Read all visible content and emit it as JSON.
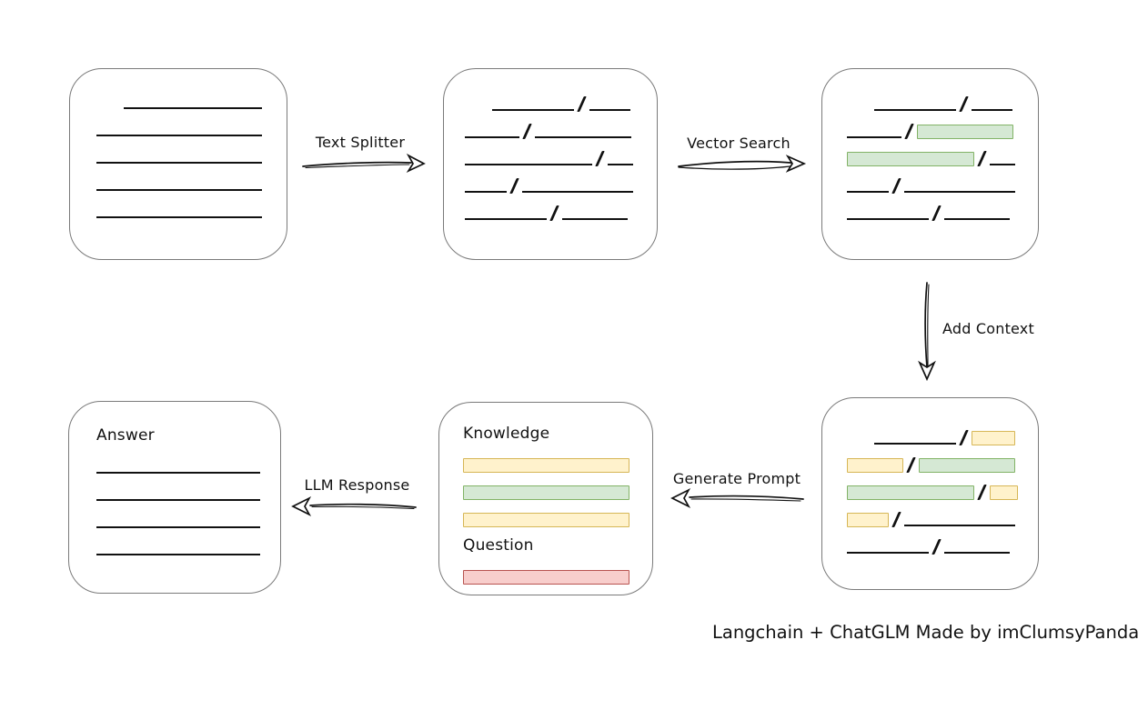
{
  "palette": {
    "box_border": "#7a7a7a",
    "line_color": "#111111",
    "green_fill": "#d5e8d4",
    "green_stroke": "#82b366",
    "yellow_fill": "#fff2cc",
    "yellow_stroke": "#d6b656",
    "red_fill": "#f8cecc",
    "red_stroke": "#b85450"
  },
  "arrows": {
    "text_splitter": {
      "label": "Text Splitter",
      "direction": "right"
    },
    "vector_search": {
      "label": "Vector Search",
      "direction": "right"
    },
    "add_context": {
      "label": "Add Context",
      "direction": "down"
    },
    "generate_prompt": {
      "label": "Generate Prompt",
      "direction": "left"
    },
    "llm_response": {
      "label": "LLM Response",
      "direction": "left"
    }
  },
  "caption": "Langchain + ChatGLM Made by imClumsyPanda",
  "boxes": {
    "document": {
      "rows": [
        {
          "indent": 30,
          "segs": [
            {
              "t": "line",
              "w": 152
            }
          ]
        },
        {
          "segs": [
            {
              "t": "line",
              "w": 182
            }
          ]
        },
        {
          "segs": [
            {
              "t": "line",
              "w": 182
            }
          ]
        },
        {
          "segs": [
            {
              "t": "line",
              "w": 182
            }
          ]
        },
        {
          "segs": [
            {
              "t": "line",
              "w": 182
            }
          ]
        }
      ]
    },
    "chunks": {
      "rows": [
        {
          "indent": 30,
          "segs": [
            {
              "t": "line",
              "w": 90
            },
            {
              "t": "slash"
            },
            {
              "t": "line",
              "w": 45
            }
          ]
        },
        {
          "segs": [
            {
              "t": "line",
              "w": 60
            },
            {
              "t": "slash"
            },
            {
              "t": "line",
              "w": 106
            }
          ]
        },
        {
          "segs": [
            {
              "t": "line",
              "w": 140
            },
            {
              "t": "slash"
            },
            {
              "t": "line",
              "w": 28
            }
          ]
        },
        {
          "segs": [
            {
              "t": "line",
              "w": 46
            },
            {
              "t": "slash"
            },
            {
              "t": "line",
              "w": 122
            }
          ]
        },
        {
          "segs": [
            {
              "t": "line",
              "w": 90
            },
            {
              "t": "slash"
            },
            {
              "t": "line",
              "w": 72
            }
          ]
        }
      ]
    },
    "matched_chunks": {
      "rows": [
        {
          "indent": 30,
          "segs": [
            {
              "t": "line",
              "w": 90
            },
            {
              "t": "slash"
            },
            {
              "t": "line",
              "w": 45
            }
          ]
        },
        {
          "segs": [
            {
              "t": "line",
              "w": 60
            },
            {
              "t": "slash"
            },
            {
              "t": "green",
              "w": 106
            }
          ]
        },
        {
          "segs": [
            {
              "t": "green",
              "w": 140
            },
            {
              "t": "slash"
            },
            {
              "t": "line",
              "w": 28
            }
          ]
        },
        {
          "segs": [
            {
              "t": "line",
              "w": 46
            },
            {
              "t": "slash"
            },
            {
              "t": "line",
              "w": 122
            }
          ]
        },
        {
          "segs": [
            {
              "t": "line",
              "w": 90
            },
            {
              "t": "slash"
            },
            {
              "t": "line",
              "w": 72
            }
          ]
        }
      ]
    },
    "context_chunks": {
      "rows": [
        {
          "indent": 30,
          "segs": [
            {
              "t": "line",
              "w": 90
            },
            {
              "t": "slash"
            },
            {
              "t": "yellow",
              "w": 48
            }
          ]
        },
        {
          "segs": [
            {
              "t": "yellow",
              "w": 62
            },
            {
              "t": "slash"
            },
            {
              "t": "green",
              "w": 106
            }
          ]
        },
        {
          "segs": [
            {
              "t": "green",
              "w": 140
            },
            {
              "t": "slash"
            },
            {
              "t": "yellow",
              "w": 31
            }
          ]
        },
        {
          "segs": [
            {
              "t": "yellow",
              "w": 46
            },
            {
              "t": "slash"
            },
            {
              "t": "line",
              "w": 122
            }
          ]
        },
        {
          "segs": [
            {
              "t": "line",
              "w": 90
            },
            {
              "t": "slash"
            },
            {
              "t": "line",
              "w": 72
            }
          ]
        }
      ]
    },
    "prompt": {
      "rows": [
        {
          "t": "label",
          "text": "Knowledge",
          "name": "knowledge-label"
        },
        {
          "segs": [
            {
              "t": "yellow",
              "w": 183
            }
          ]
        },
        {
          "segs": [
            {
              "t": "green",
              "w": 183
            }
          ]
        },
        {
          "segs": [
            {
              "t": "yellow",
              "w": 183
            }
          ]
        },
        {
          "t": "label",
          "text": "Question",
          "name": "question-label"
        },
        {
          "segs": [
            {
              "t": "red",
              "w": 183
            }
          ]
        }
      ]
    },
    "answer": {
      "rows": [
        {
          "t": "label",
          "text": "Answer",
          "name": "answer-label"
        },
        {
          "segs": [
            {
              "t": "line",
              "w": 180
            }
          ]
        },
        {
          "segs": [
            {
              "t": "line",
              "w": 180
            }
          ]
        },
        {
          "segs": [
            {
              "t": "line",
              "w": 180
            }
          ]
        },
        {
          "segs": [
            {
              "t": "line",
              "w": 180
            }
          ]
        }
      ]
    }
  }
}
